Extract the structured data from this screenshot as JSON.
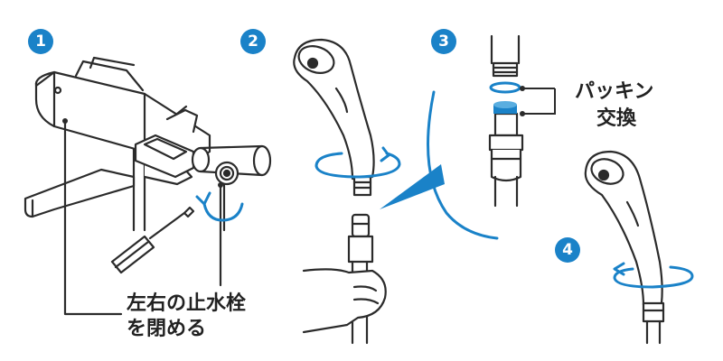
{
  "colors": {
    "accent": "#1a82c8",
    "line": "#2b2b2b",
    "fill": "#ffffff"
  },
  "steps": [
    {
      "number": "1",
      "icon": "faucet-with-screwdriver-icon",
      "label_lines": [
        "左右の止水栓",
        "を閉める"
      ]
    },
    {
      "number": "2",
      "icon": "shower-head-unscrew-icon"
    },
    {
      "number": "3",
      "icon": "gasket-replacement-icon",
      "label_lines": [
        "パッキン",
        "交換"
      ]
    },
    {
      "number": "4",
      "icon": "shower-head-reattach-icon"
    }
  ]
}
